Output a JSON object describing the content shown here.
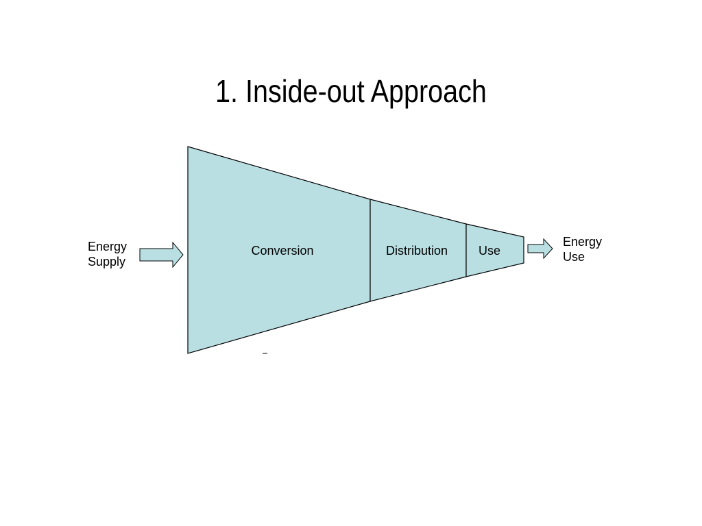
{
  "slide": {
    "title": "1. Inside-out Approach"
  },
  "diagram": {
    "input_label_line1": "Energy",
    "input_label_line2": "Supply",
    "output_label_line1": "Energy",
    "output_label_line2": "Use",
    "stages": [
      {
        "label": "Conversion"
      },
      {
        "label": "Distribution"
      },
      {
        "label": "Use"
      }
    ],
    "colors": {
      "fill": "#b9dfe3",
      "stroke": "#000000"
    }
  }
}
